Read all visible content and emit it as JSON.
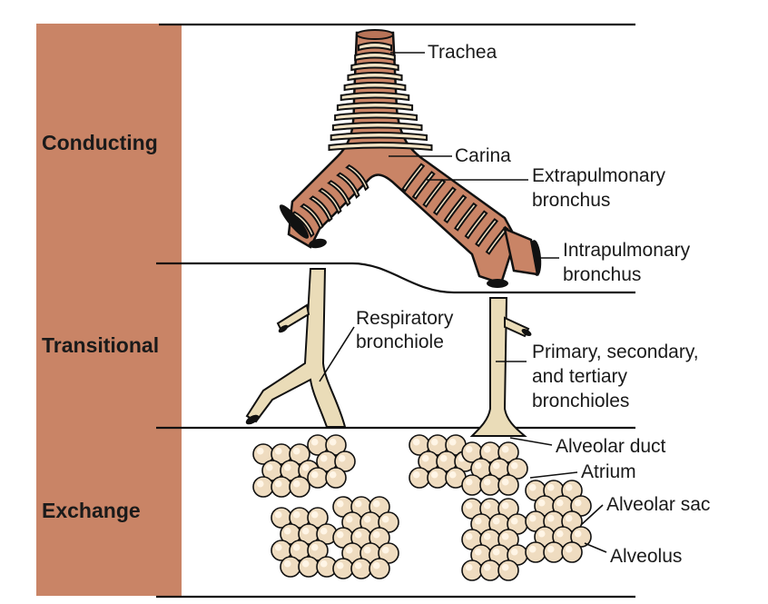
{
  "zones": [
    {
      "id": "conducting",
      "label": "Conducting"
    },
    {
      "id": "transitional",
      "label": "Transitional"
    },
    {
      "id": "exchange",
      "label": "Exchange"
    }
  ],
  "labels": {
    "trachea": [
      "Trachea"
    ],
    "carina": [
      "Carina"
    ],
    "extrapulmonary_bronchus": [
      "Extrapulmonary",
      "bronchus"
    ],
    "intrapulmonary_bronchus": [
      "Intrapulmonary",
      "bronchus"
    ],
    "respiratory_bronchiole": [
      "Respiratory",
      "bronchiole"
    ],
    "bronchioles": [
      "Primary, secondary,",
      "and tertiary",
      "bronchioles"
    ],
    "alveolar_duct": [
      "Alveolar duct"
    ],
    "atrium": [
      "Atrium"
    ],
    "alveolar_sac": [
      "Alveolar sac"
    ],
    "alveolus": [
      "Alveolus"
    ]
  },
  "colors": {
    "zone_band": "#c98466",
    "tube": "#c98466",
    "cartilage": "#f3e4c6",
    "bronchiole": "#eadcb8",
    "alveolus": "#efdcc0"
  }
}
